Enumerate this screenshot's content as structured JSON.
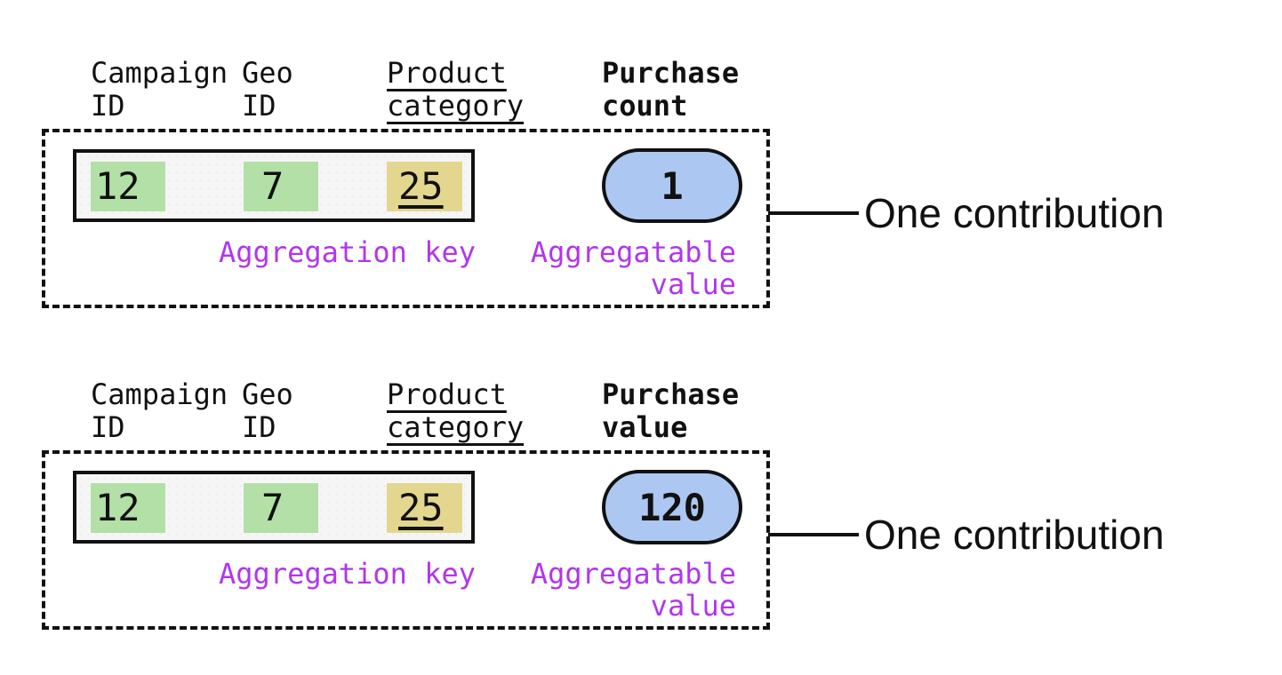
{
  "figure": {
    "sections": [
      {
        "columns": {
          "campaign": {
            "line1": "Campaign",
            "line2": "ID"
          },
          "geo": {
            "line1": "Geo",
            "line2": "ID"
          },
          "product": {
            "line1": "Product",
            "line2": "category"
          },
          "metric": {
            "line1": "Purchase",
            "line2": "count"
          }
        },
        "record": {
          "campaign_id": "12",
          "geo_id": "7",
          "product_category": "25"
        },
        "aggregatable_value": "1",
        "labels": {
          "aggregation_key": "Aggregation key",
          "aggregatable_line1": "Aggregatable",
          "aggregatable_line2": "value"
        },
        "callout": "One contribution"
      },
      {
        "columns": {
          "campaign": {
            "line1": "Campaign",
            "line2": "ID"
          },
          "geo": {
            "line1": "Geo",
            "line2": "ID"
          },
          "product": {
            "line1": "Product",
            "line2": "category"
          },
          "metric": {
            "line1": "Purchase",
            "line2": "value"
          }
        },
        "record": {
          "campaign_id": "12",
          "geo_id": "7",
          "product_category": "25"
        },
        "aggregatable_value": "120",
        "labels": {
          "aggregation_key": "Aggregation key",
          "aggregatable_line1": "Aggregatable",
          "aggregatable_line2": "value"
        },
        "callout": "One contribution"
      }
    ]
  },
  "colors": {
    "key-highlight-green": "#b2e0a6",
    "category-highlight-yellow": "#e3d78f",
    "value-pill-blue": "#acc8f2",
    "annotation-purple": "#b136ec",
    "record-fill-gray": "#f6f6f6",
    "ink-black": "#111111"
  }
}
